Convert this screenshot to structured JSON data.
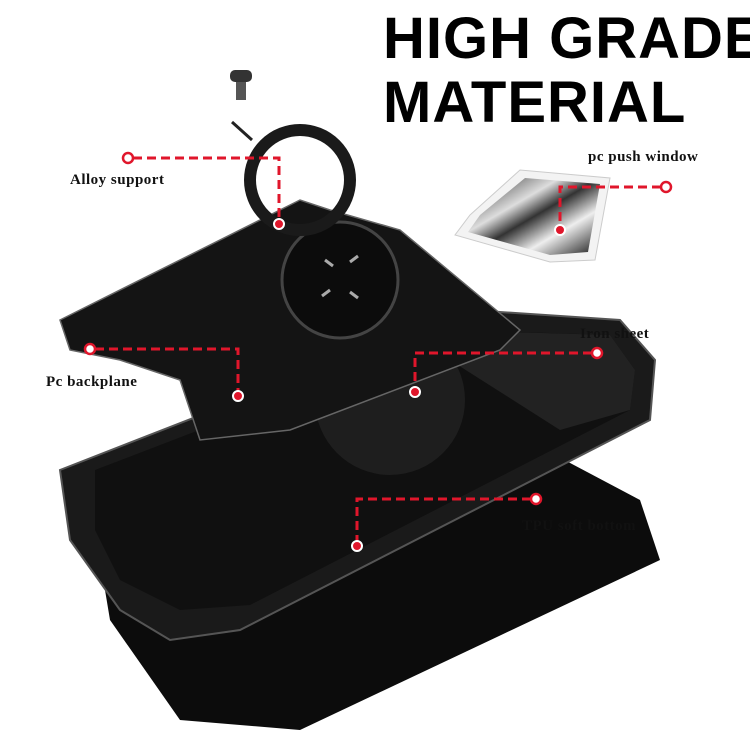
{
  "title": {
    "line1": "HIGH GRADE",
    "line2": "MATERIAL"
  },
  "callouts": [
    {
      "id": "alloy-support",
      "label": "Alloy support"
    },
    {
      "id": "pc-push-window",
      "label": "pc push window"
    },
    {
      "id": "iron-sheet",
      "label": "Iron sheet"
    },
    {
      "id": "pc-backplane",
      "label": "Pc backplane"
    },
    {
      "id": "tpu-soft-bottom",
      "label": "TPU soft bottom"
    }
  ],
  "colors": {
    "accent": "#e0162b",
    "case": "#141414",
    "background": "#ffffff"
  }
}
